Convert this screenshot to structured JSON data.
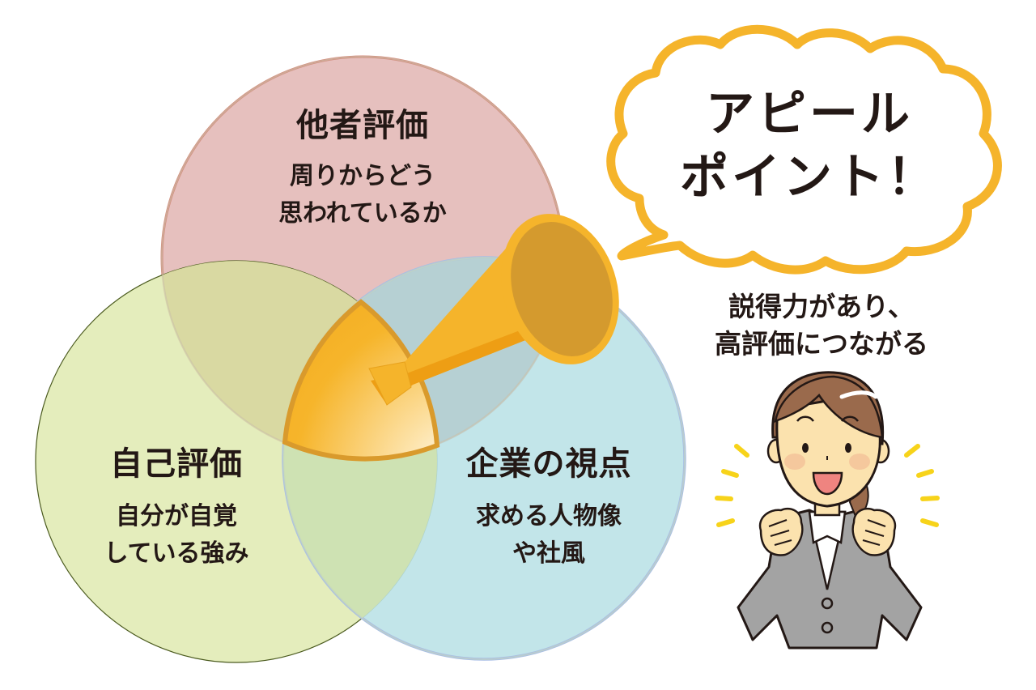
{
  "colors": {
    "others_fill": "#e6c0be",
    "others_stroke": "#d4887a",
    "self_fill": "#e2ebb6",
    "self_stroke": "#4a5a1e",
    "company_fill": "#bae1e6",
    "company_stroke": "#a7bde6",
    "appeal_core": "#f6b52b",
    "appeal_stroke": "#d99a2c",
    "megaphone_main": "#f5b42b",
    "megaphone_dark": "#ee9e14",
    "megaphone_bell": "#d49a2e",
    "bubble_stroke": "#f5b42b",
    "text": "#231815",
    "sparkle": "#f7d31a"
  },
  "venn": {
    "others": {
      "title": "他者評価",
      "line1": "周りからどう",
      "line2": "思われているか"
    },
    "self": {
      "title": "自己評価",
      "line1": "自分が自覚",
      "line2": "している強み"
    },
    "company": {
      "title": "企業の視点",
      "line1": "求める人物像",
      "line2": "や社風"
    },
    "center_icon": "megaphone-icon"
  },
  "bubble": {
    "line1": "アピール",
    "line2": "ポイント！"
  },
  "result": {
    "line1": "説得力があり、",
    "line2": "高評価につながる"
  },
  "figure": {
    "description": "businesswoman-cheering-illustration"
  }
}
